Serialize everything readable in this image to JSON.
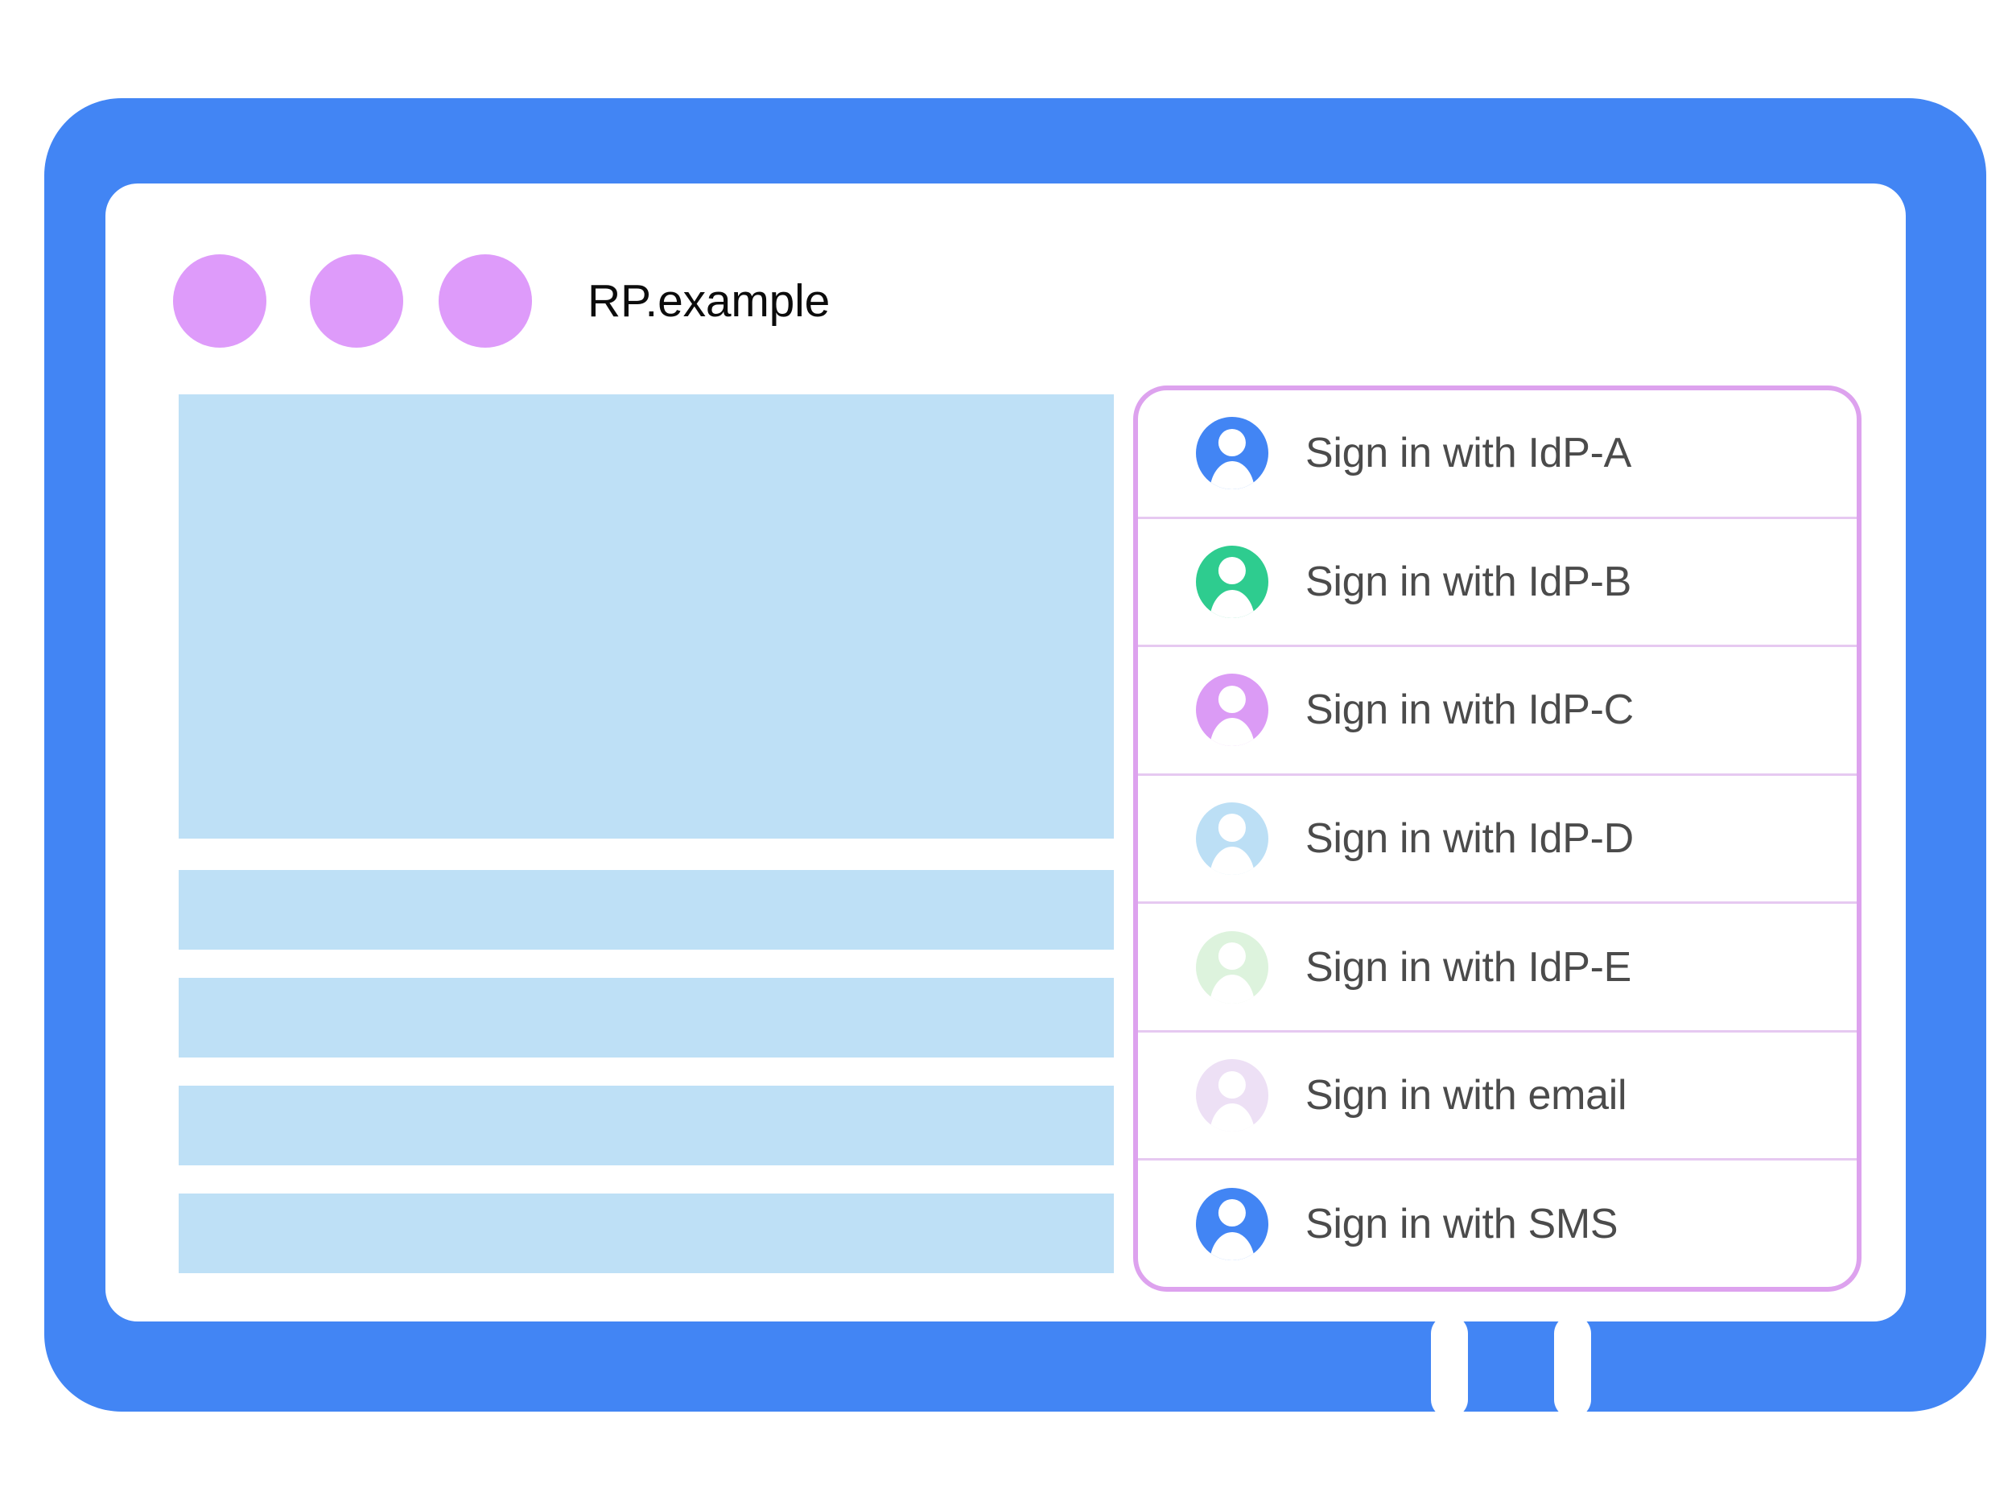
{
  "theme": {
    "brand_blue": "#4285F4",
    "dot_purple": "#DE9BFA",
    "panel_border": "#DDA2EE",
    "divider": "#E6C9F1",
    "content_block_blue": "#BEE0F6",
    "label_text": "#4B4B4B",
    "title_text": "#0C0C0C"
  },
  "window": {
    "title": "RP.example",
    "traffic_lights": [
      {
        "name": "window-dot-1"
      },
      {
        "name": "window-dot-2"
      },
      {
        "name": "window-dot-3"
      }
    ]
  },
  "page_content": {
    "blocks": [
      {
        "name": "hero-placeholder"
      },
      {
        "name": "text-line-placeholder-1"
      },
      {
        "name": "text-line-placeholder-2"
      },
      {
        "name": "text-line-placeholder-3"
      },
      {
        "name": "text-line-placeholder-4"
      }
    ]
  },
  "account_chooser": {
    "rows": [
      {
        "label": "Sign in with IdP-A",
        "icon": "account-avatar-icon",
        "avatar_color": "#4285F4"
      },
      {
        "label": "Sign in with IdP-B",
        "icon": "account-avatar-icon",
        "avatar_color": "#2ECC8F"
      },
      {
        "label": "Sign in with IdP-C",
        "icon": "account-avatar-icon",
        "avatar_color": "#DB9BF5"
      },
      {
        "label": "Sign in with IdP-D",
        "icon": "account-avatar-icon",
        "avatar_color": "#BCDFF5"
      },
      {
        "label": "Sign in with IdP-E",
        "icon": "account-avatar-icon",
        "avatar_color": "#DDF3DD"
      },
      {
        "label": "Sign in with email",
        "icon": "account-avatar-icon",
        "avatar_color": "#EDE0F5"
      },
      {
        "label": "Sign in with SMS",
        "icon": "account-avatar-icon",
        "avatar_color": "#4285F4"
      }
    ]
  },
  "device": {
    "home_button": "home-button"
  }
}
